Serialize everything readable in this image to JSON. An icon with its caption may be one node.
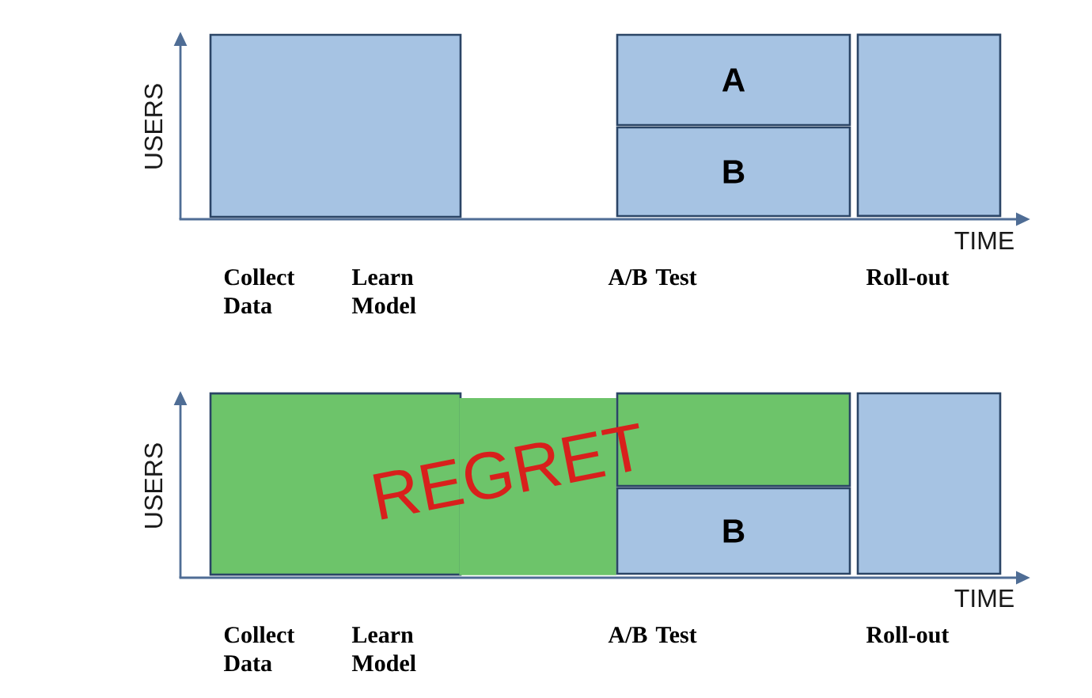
{
  "diagram": {
    "nodes": [
      {
        "text": [],
        "shape": "box"
      },
      {
        "text": [
          "A"
        ]
      },
      {
        "text": [
          "B"
        ]
      },
      {
        "text": [],
        "shape": "box"
      },
      {
        "text": [],
        "shape": "box"
      },
      {
        "text": [],
        "shape": "box"
      },
      {
        "text": [
          "B"
        ]
      },
      {
        "text": [],
        "shape": "box"
      }
    ],
    "labels": [
      "USERS",
      "TIME",
      "Collect Data",
      "Learn Model",
      "A/B Test",
      "Roll-out",
      "USERS",
      "REGRET",
      "TIME",
      "Collect Data",
      "Learn Model",
      "A/B Test",
      "Roll-out"
    ]
  }
}
